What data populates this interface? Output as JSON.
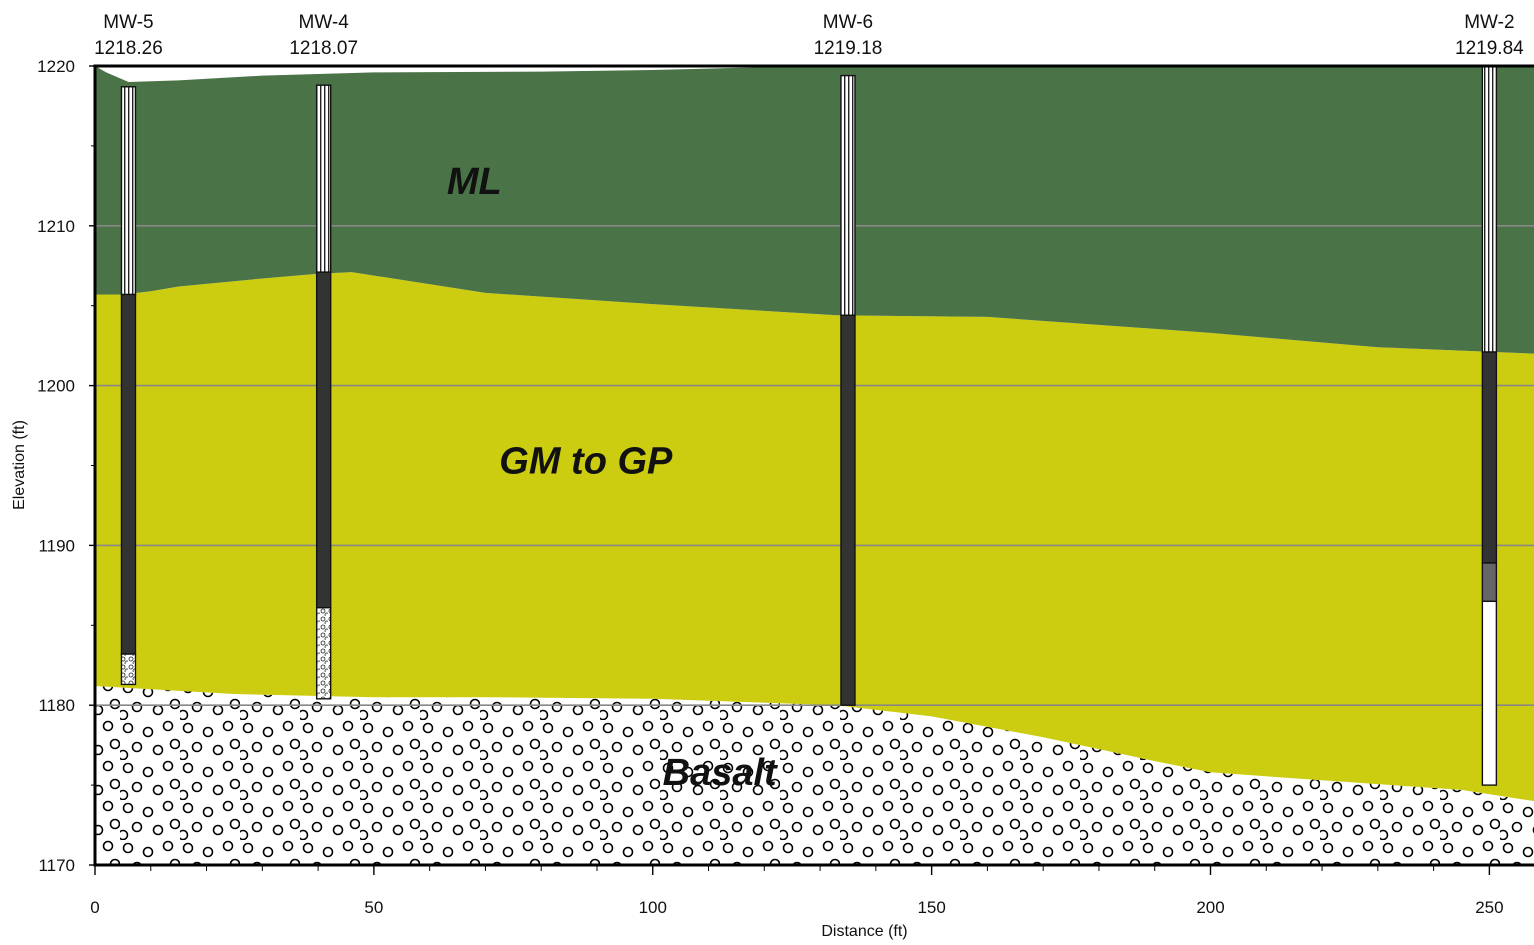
{
  "chart_data": {
    "type": "cross-section",
    "xlabel": "Distance (ft)",
    "ylabel": "Elevation (ft)",
    "xlim": [
      0,
      258
    ],
    "ylim": [
      1170,
      1220
    ],
    "x_ticks": [
      0,
      50,
      100,
      150,
      200,
      250
    ],
    "y_ticks": [
      1170,
      1180,
      1190,
      1200,
      1210,
      1220
    ],
    "grid": "horizontal at y ticks",
    "colors": {
      "ML": "#4a7348",
      "GM to GP": "#cccc10",
      "Basalt": "#ffffff",
      "casing": "#333333",
      "grid": "#888888"
    },
    "units": [
      {
        "name": "ML",
        "label_at": [
          68,
          1212
        ]
      },
      {
        "name": "GM to GP",
        "label_at": [
          88,
          1194.5
        ]
      },
      {
        "name": "Basalt",
        "label_at": [
          112,
          1175
        ]
      }
    ],
    "surfaces": {
      "ground": [
        [
          0,
          1220
        ],
        [
          2,
          1219.6
        ],
        [
          6,
          1219
        ],
        [
          15,
          1219.1
        ],
        [
          30,
          1219.4
        ],
        [
          50,
          1219.6
        ],
        [
          80,
          1219.65
        ],
        [
          100,
          1219.75
        ],
        [
          115,
          1219.88
        ],
        [
          128,
          1220
        ],
        [
          258,
          1220
        ]
      ],
      "ML_base": [
        [
          0,
          1205.7
        ],
        [
          5,
          1205.7
        ],
        [
          10,
          1205.9
        ],
        [
          15,
          1206.2
        ],
        [
          30,
          1206.7
        ],
        [
          40,
          1207
        ],
        [
          46,
          1207.1
        ],
        [
          70,
          1205.8
        ],
        [
          100,
          1205.1
        ],
        [
          133,
          1204.4
        ],
        [
          160,
          1204.3
        ],
        [
          200,
          1203.3
        ],
        [
          230,
          1202.4
        ],
        [
          258,
          1202
        ]
      ],
      "basalt_top": [
        [
          0,
          1181.2
        ],
        [
          10,
          1181
        ],
        [
          25,
          1180.7
        ],
        [
          50,
          1180.5
        ],
        [
          70,
          1180.5
        ],
        [
          100,
          1180.4
        ],
        [
          133,
          1180
        ],
        [
          150,
          1179.3
        ],
        [
          170,
          1178
        ],
        [
          190,
          1176.5
        ],
        [
          200,
          1175.8
        ],
        [
          220,
          1175.3
        ],
        [
          245,
          1174.7
        ],
        [
          258,
          1174
        ]
      ]
    },
    "wells": [
      {
        "name": "MW-5",
        "elevation": "1218.26",
        "x": 6,
        "top": 1218.7,
        "screen_top": 1205.7,
        "screen_bottom": 1183.2,
        "bottom": 1181.3,
        "lower_fill": "dotted"
      },
      {
        "name": "MW-4",
        "elevation": "1218.07",
        "x": 41,
        "top": 1218.8,
        "screen_top": 1207.1,
        "screen_bottom": 1186.1,
        "bottom": 1180.4,
        "lower_fill": "dotted"
      },
      {
        "name": "MW-6",
        "elevation": "1219.18",
        "x": 135,
        "top": 1219.4,
        "screen_top": 1204.4,
        "screen_bottom": 1180,
        "bottom": 1180,
        "lower_fill": "none"
      },
      {
        "name": "MW-2",
        "elevation": "1219.84",
        "x": 250,
        "top": 1220,
        "screen_top": 1202.1,
        "screen_bottom": 1188.9,
        "bottom": 1175,
        "mid_bottom": 1186.5,
        "lower_fill": "white"
      }
    ]
  }
}
